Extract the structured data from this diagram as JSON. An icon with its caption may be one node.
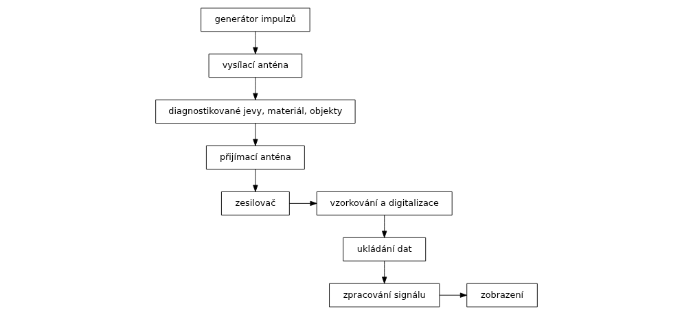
{
  "diagram": {
    "nodes": [
      {
        "text": [
          "generátor impulzů"
        ]
      },
      {
        "text": [
          "vysílací anténa"
        ]
      },
      {
        "text": [
          "diagnostikované jevy, materiál, objekty"
        ]
      },
      {
        "text": [
          "přijímací anténa"
        ]
      },
      {
        "text": [
          "zesilovač"
        ]
      },
      {
        "text": [
          "vzorkování a digitalizace"
        ]
      },
      {
        "text": [
          "ukládání dat"
        ]
      },
      {
        "text": [
          "zpracování signálu"
        ]
      },
      {
        "text": [
          "zobrazení"
        ]
      }
    ],
    "edges": [
      {
        "from": 0,
        "to": 1,
        "arrow": "to"
      },
      {
        "from": 1,
        "to": 2,
        "arrow": "to"
      },
      {
        "from": 2,
        "to": 3,
        "arrow": "to"
      },
      {
        "from": 3,
        "to": 4,
        "arrow": "to"
      },
      {
        "from": 4,
        "to": 5,
        "arrow": "to"
      },
      {
        "from": 5,
        "to": 6,
        "arrow": "to"
      },
      {
        "from": 6,
        "to": 7,
        "arrow": "to"
      },
      {
        "from": 7,
        "to": 8,
        "arrow": "to"
      }
    ]
  }
}
